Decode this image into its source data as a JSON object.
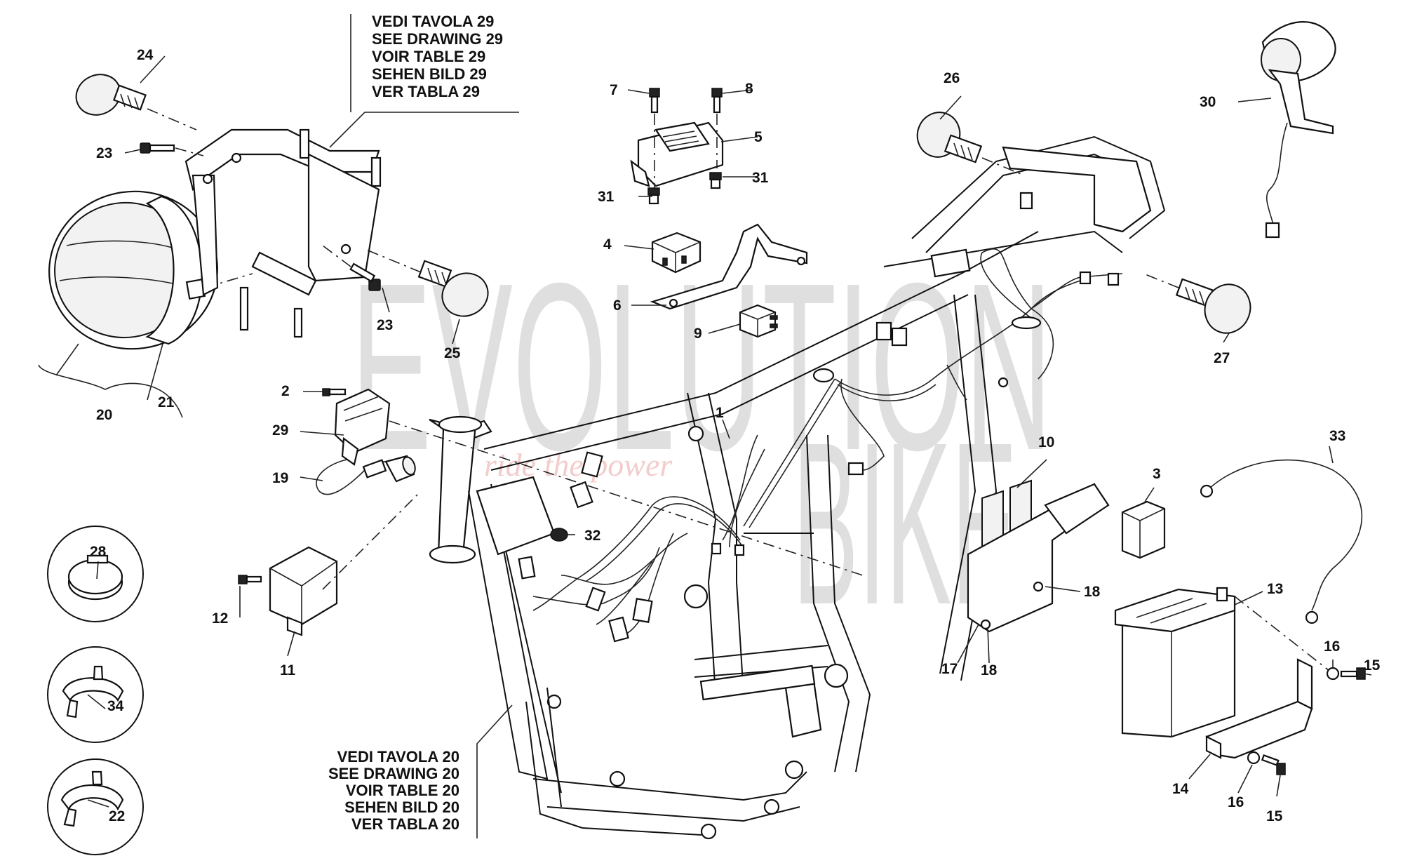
{
  "watermark": {
    "brand": "EVOLUTION",
    "brand_second": "BIKE",
    "tagline": "ride the power"
  },
  "references": {
    "top": [
      "VEDI TAVOLA 29",
      "SEE DRAWING 29",
      "VOIR TABLE 29",
      "SEHEN BILD 29",
      "VER TABLA 29"
    ],
    "bottom": [
      "VEDI TAVOLA 20",
      "SEE DRAWING 20",
      "VOIR TABLE 20",
      "SEHEN BILD 20",
      "VER TABLA 20"
    ]
  },
  "part_numbers": {
    "p1": "1",
    "p2": "2",
    "p3": "3",
    "p4": "4",
    "p5": "5",
    "p6": "6",
    "p7": "7",
    "p8": "8",
    "p9": "9",
    "p10": "10",
    "p11": "11",
    "p12": "12",
    "p13": "13",
    "p14": "14",
    "p15a": "15",
    "p15b": "15",
    "p16a": "16",
    "p16b": "16",
    "p17": "17",
    "p18a": "18",
    "p18b": "18",
    "p19": "19",
    "p20": "20",
    "p21": "21",
    "p22": "22",
    "p23a": "23",
    "p23b": "23",
    "p24": "24",
    "p25": "25",
    "p26": "26",
    "p27": "27",
    "p28": "28",
    "p29": "29",
    "p30": "30",
    "p31a": "31",
    "p31b": "31",
    "p32": "32",
    "p33": "33",
    "p34": "34"
  }
}
